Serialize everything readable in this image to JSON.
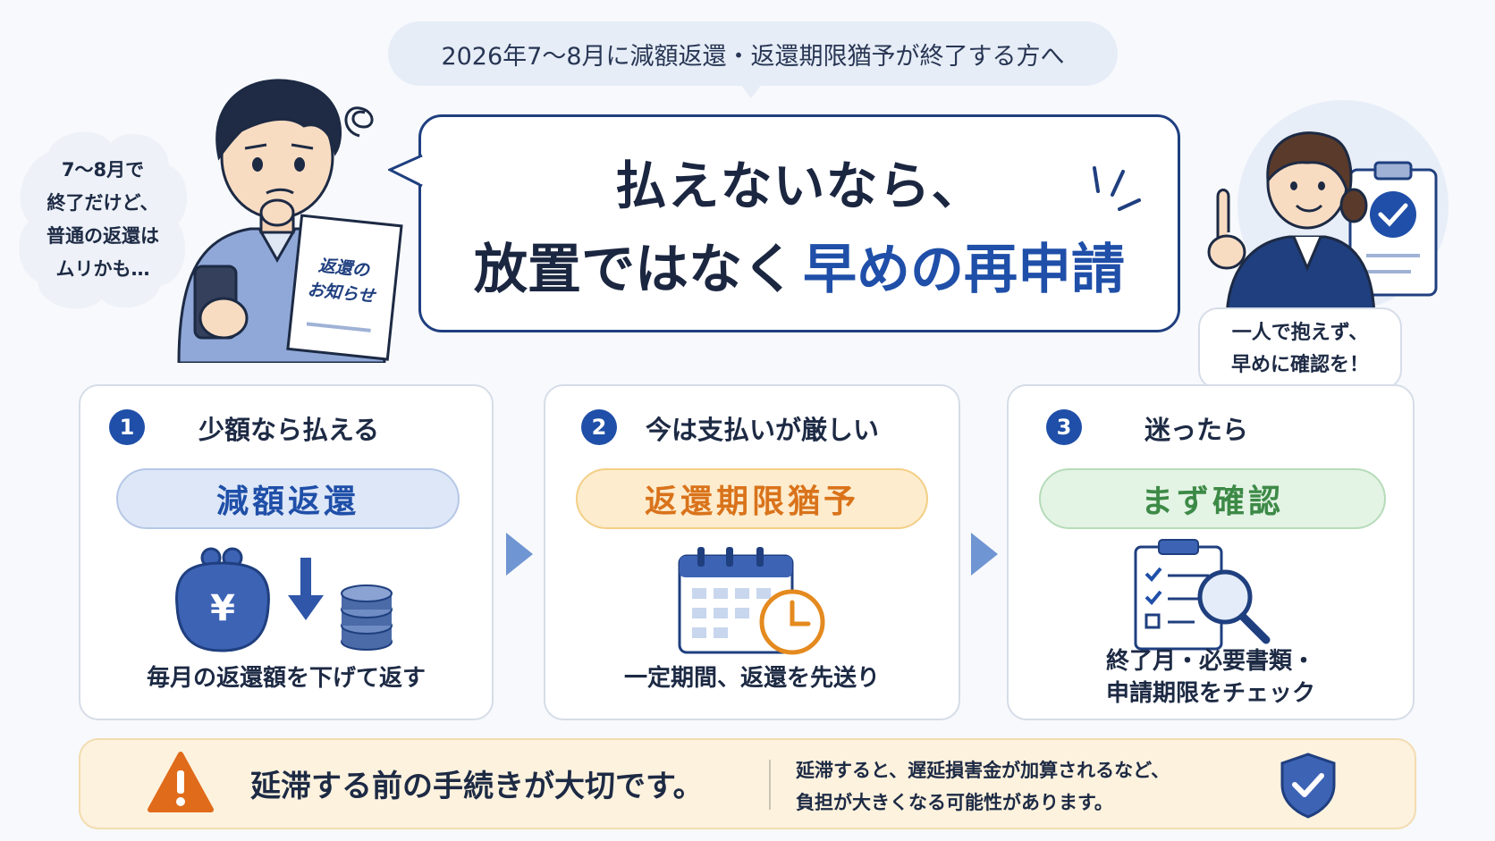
{
  "header": {
    "intro": "2026年7〜8月に減額返還・返還期限猶予が終了する方へ",
    "headline_line1": "払えないなら、",
    "headline_line2_plain": "放置ではなく",
    "headline_line2_emphasis": "早めの再申請"
  },
  "student": {
    "thought_lines": [
      "7〜8月で",
      "終了だけど、",
      "普通の返還は",
      "ムリかも…"
    ],
    "letter_lines": [
      "返還の",
      "お知らせ"
    ]
  },
  "advisor": {
    "bubble_lines": [
      "一人で抱えず、",
      "早めに確認を！"
    ]
  },
  "steps": [
    {
      "number": "1",
      "title": "少額なら払える",
      "option": "減額返還",
      "caption_lines": [
        "毎月の返還額を下げて返す"
      ],
      "icon": "wallet-icon"
    },
    {
      "number": "2",
      "title": "今は支払いが厳しい",
      "option": "返還期限猶予",
      "caption_lines": [
        "一定期間、返還を先送り"
      ],
      "icon": "calendar-clock-icon"
    },
    {
      "number": "3",
      "title": "迷ったら",
      "option": "まず確認",
      "caption_lines": [
        "終了月・必要書類・",
        "申請期限をチェック"
      ],
      "icon": "checklist-magnifier-icon"
    }
  ],
  "warning": {
    "main": "延滞する前の手続きが大切です。",
    "detail_lines": [
      "延滞すると、遅延損害金が加算されるなど、",
      "負担が大きくなる可能性があります。"
    ]
  },
  "colors": {
    "navy": "#1f3f7f",
    "accent_blue": "#1f4fa8",
    "accent_orange": "#d9731b",
    "accent_green": "#3d8a47",
    "highlight_yellow": "#f5cf4c",
    "warning_orange": "#e06b1a"
  }
}
